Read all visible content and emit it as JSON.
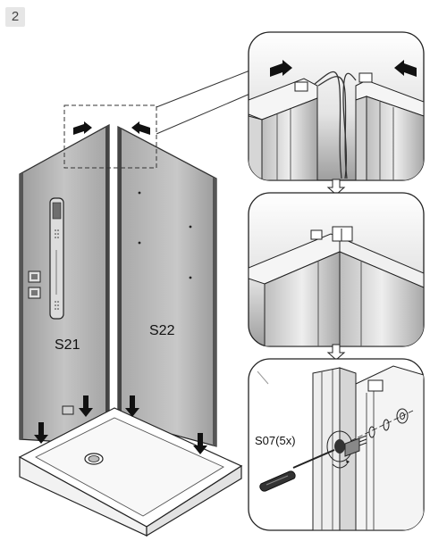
{
  "step": {
    "number": "2"
  },
  "labels": {
    "left_panel": "S21",
    "right_panel": "S22",
    "screw_part": "S07(5x)"
  },
  "colors": {
    "panel_fill": "#b8b8b8",
    "panel_dark": "#8c8c8c",
    "line": "#222222",
    "background": "#ffffff",
    "badge": "#e6e6e6"
  },
  "icons": [
    "arrow-down-icon",
    "arrow-right-icon",
    "arrow-left-icon",
    "screwdriver-icon",
    "screw-icon",
    "washer-icon",
    "nut-icon",
    "rotation-icon"
  ]
}
